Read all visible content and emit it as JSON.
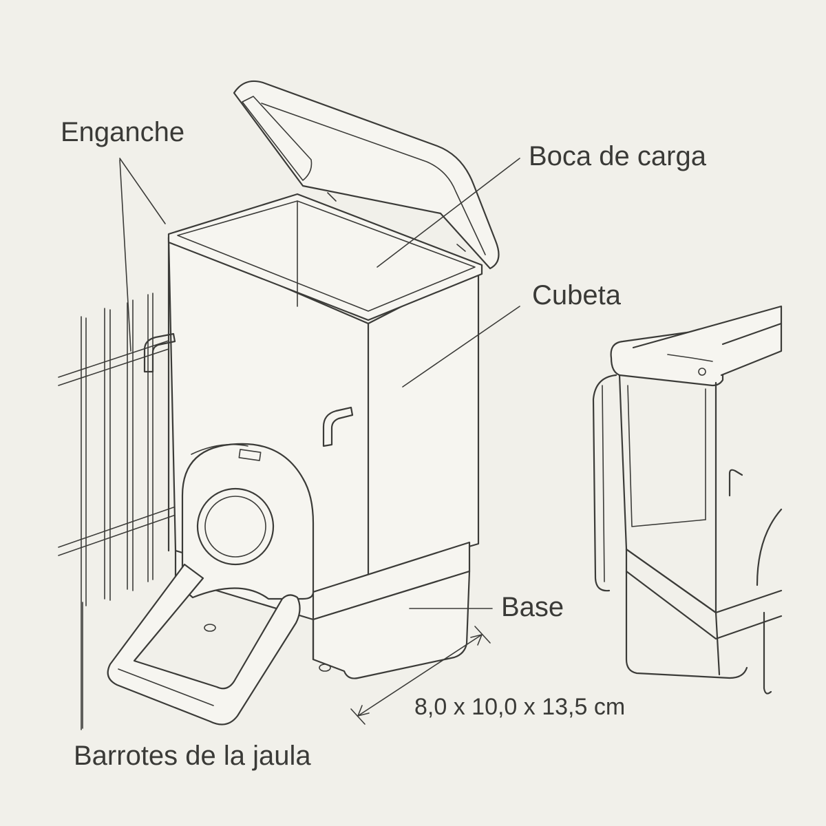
{
  "labels": {
    "hook": "Enganche",
    "mouth": "Boca de carga",
    "bucket": "Cubeta",
    "base": "Base",
    "dimensions": "8,0 x 10,0 x 13,5 cm",
    "bars": "Barrotes de la jaula"
  },
  "colors": {
    "background": "#f1f0ea",
    "line": "#3b3b38",
    "text": "#3a3a37"
  }
}
